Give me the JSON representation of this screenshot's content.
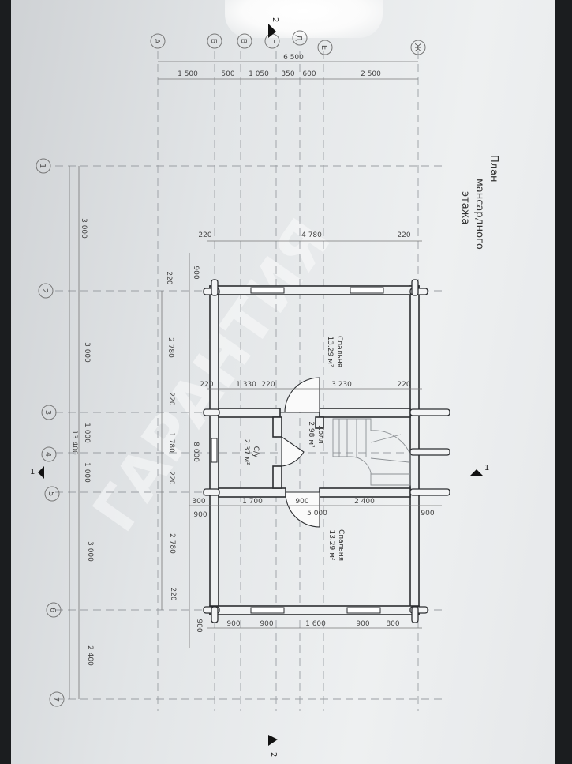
{
  "title": "План мансардного этажа",
  "title_lines": [
    "План",
    "мансардного",
    "этажа"
  ],
  "watermark": "ГАРАНТИЯ",
  "axes_letters": [
    "А",
    "Б",
    "В",
    "Г",
    "Д",
    "Е",
    "Ж"
  ],
  "axes_numbers": [
    "1",
    "2",
    "3",
    "4",
    "5",
    "6",
    "7"
  ],
  "section_marks": [
    "1",
    "1",
    "2",
    "2"
  ],
  "dims_top": {
    "total": "6 500",
    "segments": [
      "1 500",
      "500",
      "1 050",
      "350",
      "600",
      "2 500"
    ]
  },
  "dims_left_outer": {
    "total": "13 400",
    "segments": [
      "3 000",
      "3 000",
      "1 000",
      "1 000",
      "3 000",
      "2 400"
    ]
  },
  "dims_inner_vertical": [
    "220",
    "2 780",
    "220",
    "1 780",
    "220",
    "2 780",
    "220"
  ],
  "dims_small_vertical": [
    "900",
    "8 000",
    "900"
  ],
  "dims_plan_top": [
    "220",
    "4 780",
    "220"
  ],
  "dims_mid_upper": [
    "220",
    "1 330",
    "220",
    "3 230",
    "220"
  ],
  "dims_mid_lower": [
    "300",
    "1 700",
    "900",
    "2 400"
  ],
  "dims_mid_lower_extra": [
    "900",
    "5 000",
    "900"
  ],
  "dims_bottom": [
    "900",
    "900",
    "1 600",
    "900",
    "800"
  ],
  "dims_bottom_side": "900",
  "rooms": {
    "bedroom1": {
      "name": "Спальня",
      "area": "13.29 м²"
    },
    "hall": {
      "name": "Холл",
      "area": "2.98 м²"
    },
    "wc": {
      "name": "С/у",
      "area": "2.37 м²"
    },
    "bedroom2": {
      "name": "Спальня",
      "area": "13.29 м²"
    }
  }
}
